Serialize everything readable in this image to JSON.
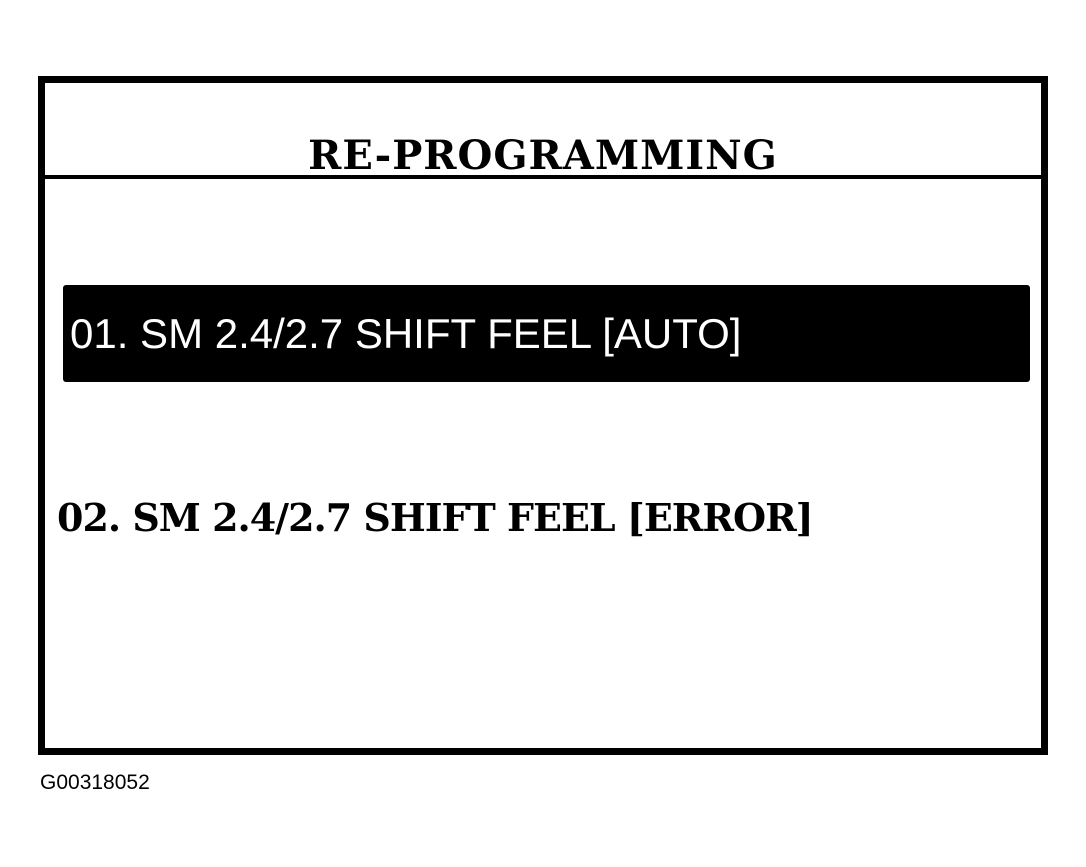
{
  "screen": {
    "title": "RE-PROGRAMMING",
    "menu_items": [
      {
        "label": "01. SM 2.4/2.7 SHIFT FEEL [AUTO]",
        "selected": true
      },
      {
        "label": "02. SM 2.4/2.7 SHIFT FEEL [ERROR]",
        "selected": false
      }
    ]
  },
  "figure_id": "G00318052",
  "colors": {
    "foreground": "#000000",
    "background": "#ffffff",
    "highlight": "#000000",
    "highlight_text": "#ffffff"
  }
}
